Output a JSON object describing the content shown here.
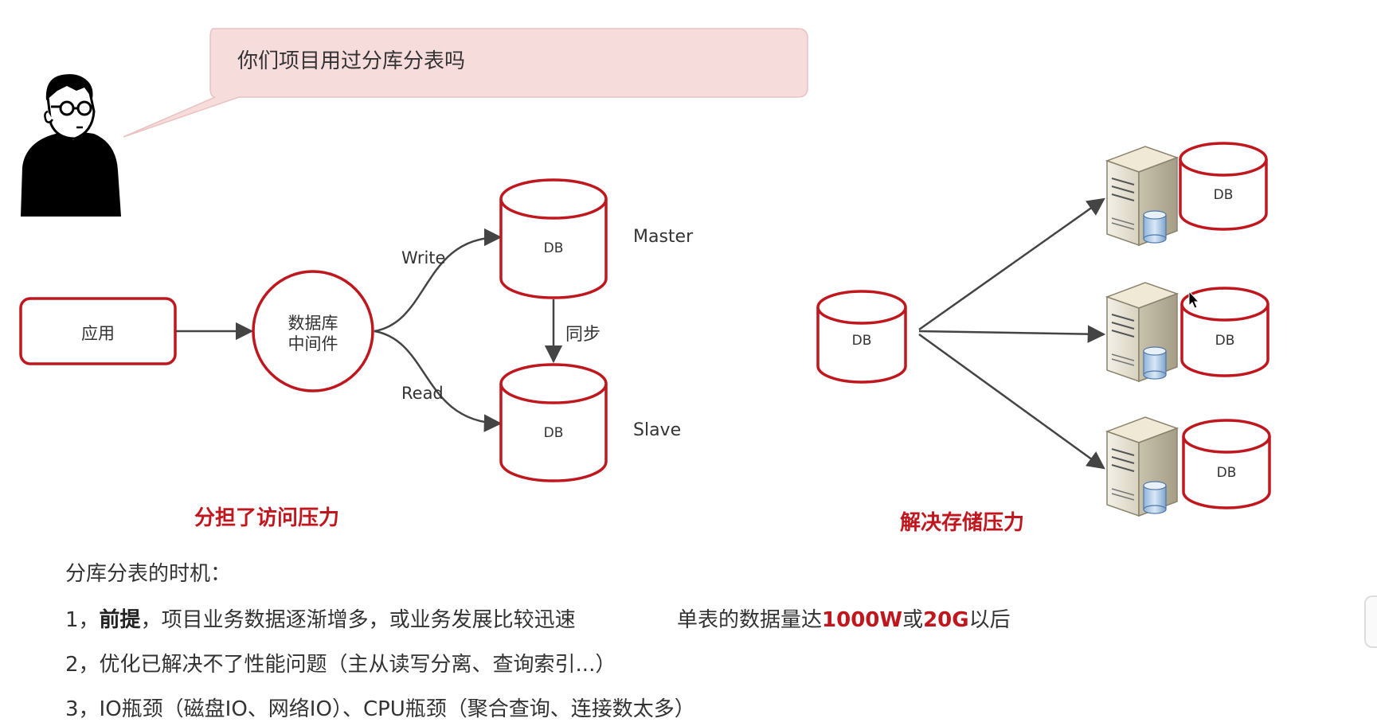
{
  "speech": {
    "text": "你们项目用过分库分表吗"
  },
  "left_diagram": {
    "app_label": "应用",
    "middleware_label_line1": "数据库",
    "middleware_label_line2": "中间件",
    "write_label": "Write",
    "read_label": "Read",
    "master_db_label": "DB",
    "slave_db_label": "DB",
    "master_label": "Master",
    "slave_label": "Slave",
    "sync_label": "同步",
    "caption": "分担了访问压力"
  },
  "right_diagram": {
    "source_db_label": "DB",
    "targets": [
      {
        "db_label": "DB"
      },
      {
        "db_label": "DB"
      },
      {
        "db_label": "DB"
      }
    ],
    "caption": "解决存储压力"
  },
  "notes": {
    "heading": "分库分表的时机：",
    "item1_prefix": "1，",
    "item1_bold": "前提",
    "item1_rest": "，项目业务数据逐渐增多，或业务发展比较迅速",
    "item1_aside_a": "单表的数据量达",
    "item1_aside_b": "1000W",
    "item1_aside_c": "或",
    "item1_aside_d": "20G",
    "item1_aside_e": "以后",
    "item2": "2，优化已解决不了性能问题（主从读写分离、查询索引...）",
    "item3": "3，IO瓶颈（磁盘IO、网络IO）、CPU瓶颈（聚合查询、连接数太多）"
  },
  "colors": {
    "accent_red": "#c0161d",
    "bubble_fill": "#f7dcdc",
    "arrow": "#444444"
  }
}
